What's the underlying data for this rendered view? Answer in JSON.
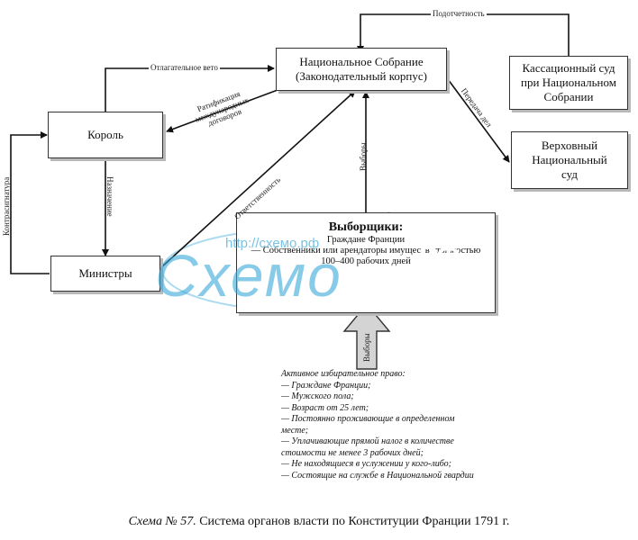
{
  "nodes": {
    "assembly": [
      "Национальное Собрание",
      "(Законодательный корпус)"
    ],
    "cassation": [
      "Кассационный суд",
      "при Национальном",
      "Собрании"
    ],
    "supreme": [
      "Верховный",
      "Национальный",
      "суд"
    ],
    "king": "Король",
    "ministers": "Министры",
    "voters_title": "Выборщики:",
    "voters_lines": [
      "Граждане Франции",
      "— Собственники или арендаторы имуществ стоимостью",
      "100–400 рабочих дней"
    ]
  },
  "edges": {
    "accountability": "Подотчетность",
    "veto": "Отлагательное вето",
    "ratification": [
      "Ратификация",
      "международных",
      "договоров"
    ],
    "transfer": "Передача дел",
    "countersign": "Контрасигнатура",
    "appointment": "Назначение",
    "responsibility": "Ответственность",
    "elections_top": "Выборы",
    "elections_bottom": "Выборы"
  },
  "active_suffrage": [
    "Активное избирательное право:",
    "— Граждане Франции;",
    "— Мужского пола;",
    "— Возраст от 25 лет;",
    "— Постоянно проживающие в определенном",
    "месте;",
    "— Уплачивающие прямой налог в количестве",
    "стоимости не менее 3 рабочих дней;",
    "— Не находящиеся в услужении у кого-либо;",
    "— Состоящие на службе в Национальной гвардии"
  ],
  "caption": {
    "italic": "Схема № 57.",
    "text": " Система органов власти по Конституции Франции 1791 г."
  },
  "watermark": {
    "url": "http://схемо.рф",
    "logo": "Схемо",
    "rf": "РФ"
  }
}
